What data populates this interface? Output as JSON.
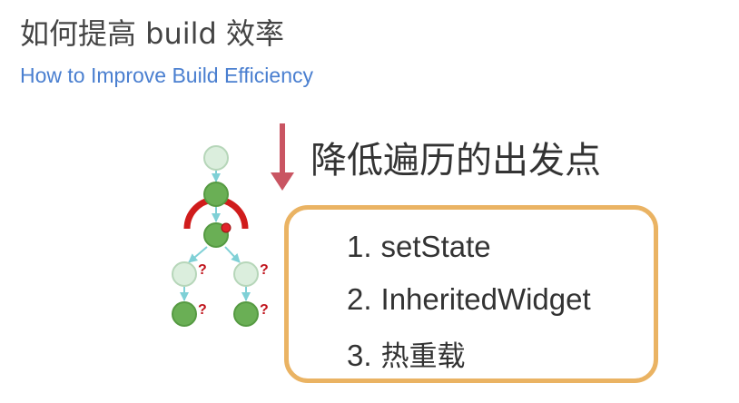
{
  "header": {
    "title": "如何提高 build 效率",
    "subtitle": "How to Improve Build Efficiency"
  },
  "main": {
    "heading": "降低遍历的出发点",
    "items": [
      {
        "number": "1.",
        "text": "setState"
      },
      {
        "number": "2.",
        "text": "InheritedWidget"
      },
      {
        "number": "3.",
        "text": "热重载"
      }
    ]
  },
  "diagram": {
    "unknown_mark": "?",
    "colors": {
      "node_light": "#dbeedd",
      "node_light_stroke": "#b6d6b9",
      "node_dark": "#6aaf55",
      "node_dark_stroke": "#559a42",
      "edge": "#7fd0d6",
      "arc": "#d01c1c",
      "mark": "#c0141c",
      "arrow": "#c95562",
      "box_border": "#eab363"
    }
  }
}
